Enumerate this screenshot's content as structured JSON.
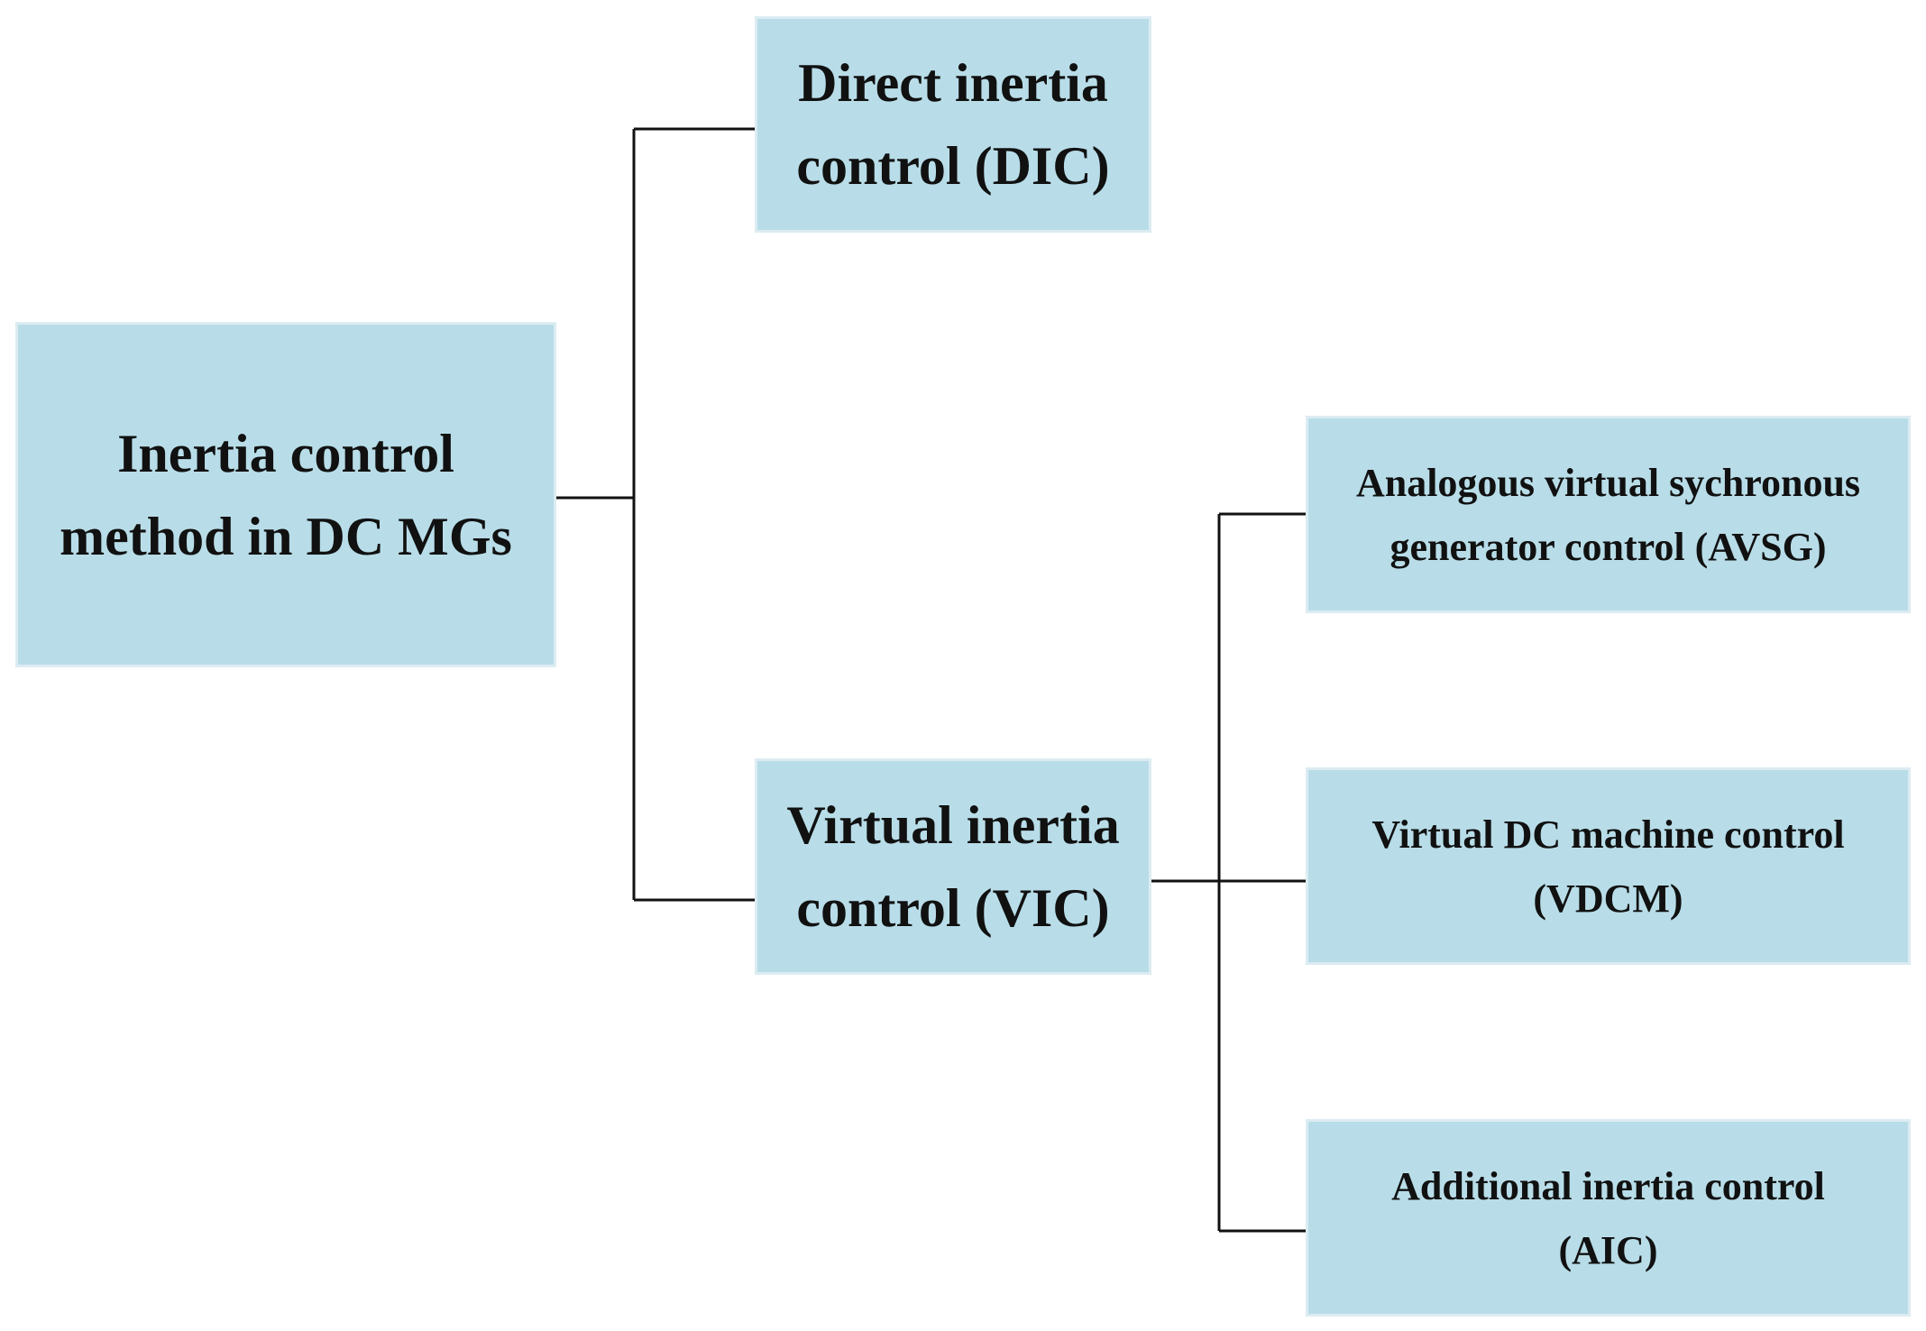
{
  "nodes": {
    "root": {
      "label": "Inertia control\nmethod in DC MGs"
    },
    "dic": {
      "label": "Direct inertia\ncontrol (DIC)"
    },
    "vic": {
      "label": "Virtual inertia\ncontrol (VIC)"
    },
    "avsg": {
      "label": "Analogous virtual sychronous\ngenerator control (AVSG)"
    },
    "vdcm": {
      "label": "Virtual DC machine control\n(VDCM)"
    },
    "aic": {
      "label": "Additional inertia  control\n(AIC)"
    }
  },
  "edges": [
    {
      "from": "root",
      "to": "dic"
    },
    {
      "from": "root",
      "to": "vic"
    },
    {
      "from": "vic",
      "to": "avsg"
    },
    {
      "from": "vic",
      "to": "vdcm"
    },
    {
      "from": "vic",
      "to": "aic"
    }
  ],
  "colors": {
    "box_fill": "#b8dde8",
    "box_border": "#dcecf2",
    "line": "#111111",
    "text": "#111111"
  }
}
